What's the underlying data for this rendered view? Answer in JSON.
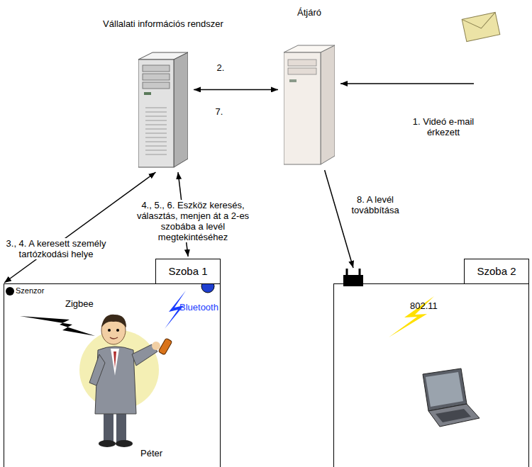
{
  "diagram": {
    "nodes": [
      {
        "text": [
          "Vállalati információs rendszer"
        ]
      },
      {
        "text": [
          "Átjáró"
        ]
      },
      {
        "text": [
          "Szoba 1"
        ]
      },
      {
        "text": [
          "Szenzor"
        ],
        "in": 2
      },
      {
        "text": [
          "Szoba 2"
        ]
      }
    ],
    "edges": [
      {
        "from": 0,
        "to": 1,
        "arrow": "both",
        "label": "2."
      },
      {
        "from": 0,
        "to": 3,
        "arrow": "both",
        "label": "3., 4. A keresett személy tartózkodási helye"
      },
      {
        "from": 0,
        "to": 2,
        "arrow": "both",
        "label": "4., 5., 6. Eszköz keresés, választás, menjen át a 2-es szobába a levél megtekintéséhez"
      },
      {
        "from": 1,
        "to": 4,
        "arrow": "to",
        "label": "8. A levél továbbítása"
      }
    ],
    "labels": [
      "7.",
      "1. Videó e-mail érkezett",
      "Zigbee",
      "Bluetooth",
      "Péter",
      "802.11"
    ]
  }
}
